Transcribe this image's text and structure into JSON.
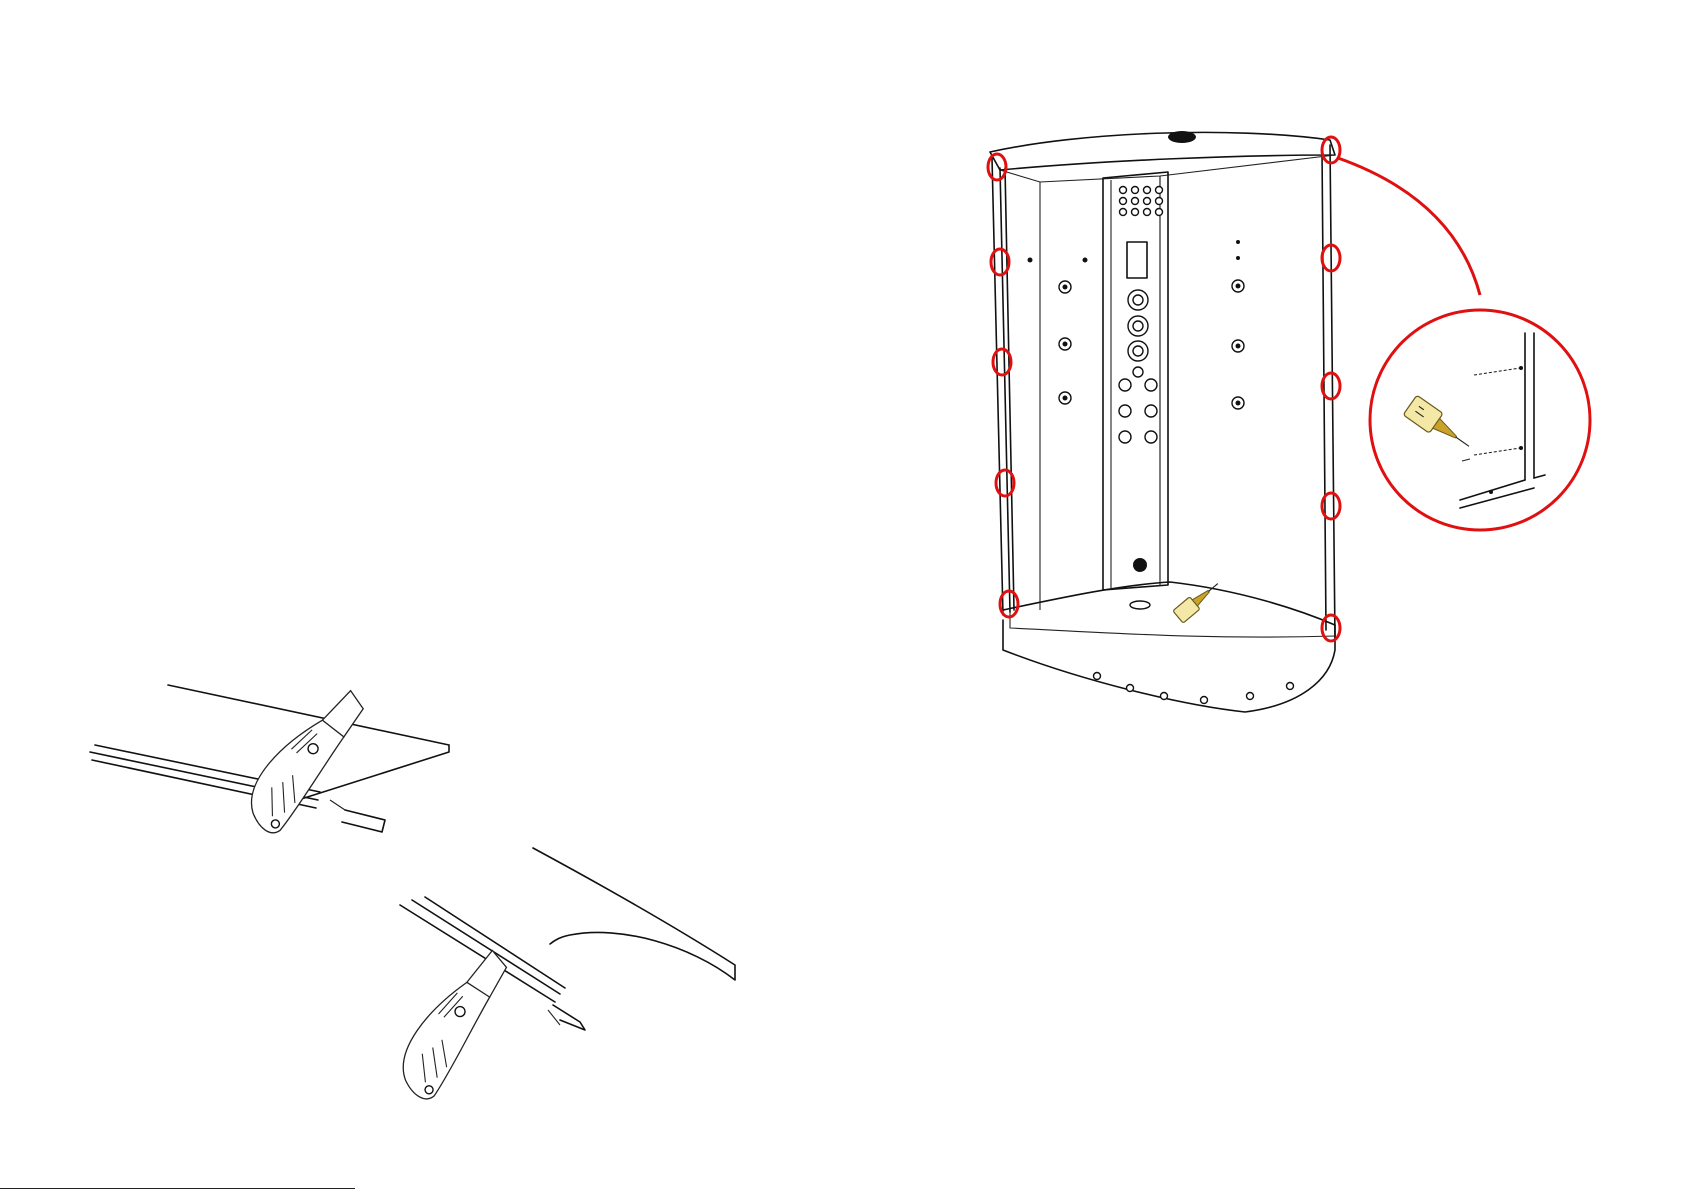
{
  "colors": {
    "line": "#111111",
    "highlight": "#e01010",
    "sealant_tube": "#f4e8a6"
  },
  "panels": {
    "left": {
      "figures": [
        "flat-panel-edge-trim",
        "curved-panel-edge-trim"
      ],
      "tool_icon": "utility-knife-icon"
    },
    "right": {
      "figure": "shower-cabin-assembly",
      "markers": {
        "left_edge_count": 5,
        "right_edge_count": 5
      },
      "detail_icon": "sealant-tube-icon"
    }
  }
}
